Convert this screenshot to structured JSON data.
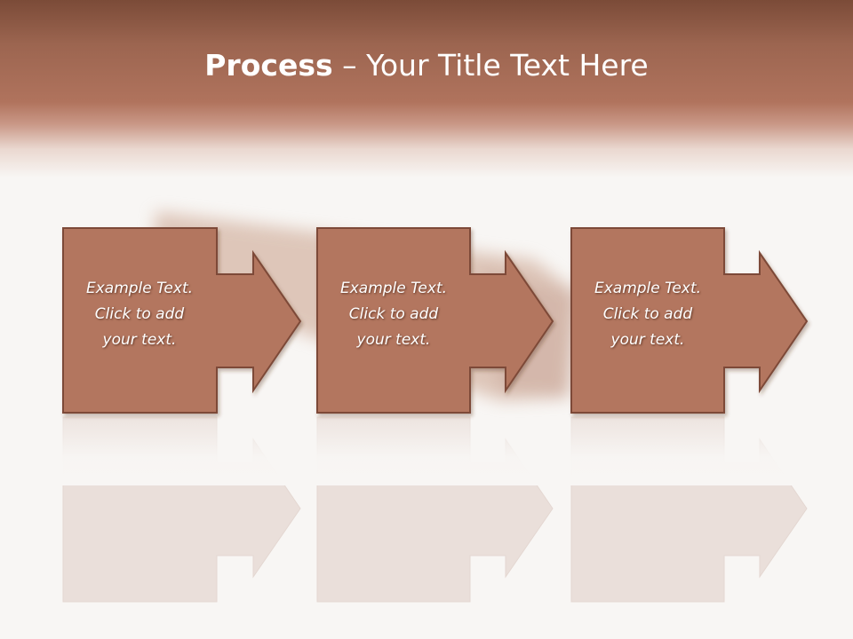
{
  "slide": {
    "title_bold": "Process",
    "title_rest": " – Your Title Text Here"
  },
  "steps": [
    {
      "lines": [
        "Example Text.",
        "Click  to add",
        "your text."
      ]
    },
    {
      "lines": [
        "Example Text.",
        "Click  to add",
        "your text."
      ]
    },
    {
      "lines": [
        "Example Text.",
        "Click  to add",
        "your text."
      ]
    }
  ],
  "colors": {
    "box_fill": "#b3765f",
    "box_stroke": "#7d4a38",
    "header_dark": "#7b4b38",
    "header_mid": "#b0735d",
    "background": "#f8f6f4"
  }
}
